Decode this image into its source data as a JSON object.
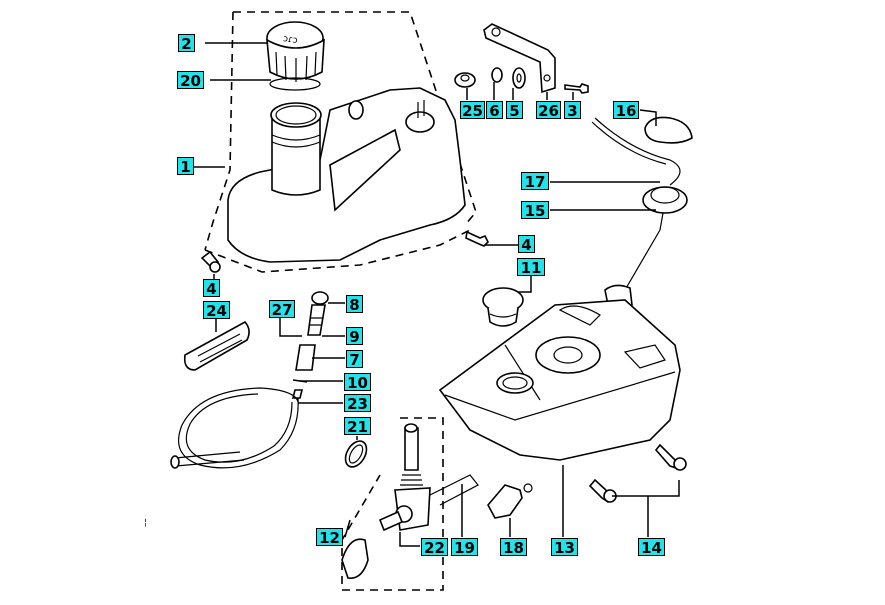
{
  "diagram": {
    "title": "Fuel tank and oil tank exploded parts diagram",
    "callout_color": "#22e3ea",
    "callouts": [
      {
        "id": "c2",
        "number": "2",
        "part": "oil-tank-cap"
      },
      {
        "id": "c20",
        "number": "20",
        "part": "cap-gasket"
      },
      {
        "id": "c1",
        "number": "1",
        "part": "oil-tank-assembly"
      },
      {
        "id": "c25",
        "number": "25",
        "part": "grommet"
      },
      {
        "id": "c6",
        "number": "6",
        "part": "nut"
      },
      {
        "id": "c5",
        "number": "5",
        "part": "washer"
      },
      {
        "id": "c26",
        "number": "26",
        "part": "bracket"
      },
      {
        "id": "c3",
        "number": "3",
        "part": "bolt"
      },
      {
        "id": "c16",
        "number": "16",
        "part": "retaining-ring"
      },
      {
        "id": "c17",
        "number": "17",
        "part": "fuel-gauge-sender"
      },
      {
        "id": "c15",
        "number": "15",
        "part": "sender-gasket"
      },
      {
        "id": "c4a",
        "number": "4",
        "part": "screw-right"
      },
      {
        "id": "c11",
        "number": "11",
        "part": "fuel-tank-cap"
      },
      {
        "id": "c4b",
        "number": "4",
        "part": "screw-left"
      },
      {
        "id": "c24",
        "number": "24",
        "part": "hose-sleeve"
      },
      {
        "id": "c27",
        "number": "27",
        "part": "clamp"
      },
      {
        "id": "c8",
        "number": "8",
        "part": "fitting"
      },
      {
        "id": "c9",
        "number": "9",
        "part": "oil-hose-connector"
      },
      {
        "id": "c7",
        "number": "7",
        "part": "fuel-filter"
      },
      {
        "id": "c10",
        "number": "10",
        "part": "hose-clip"
      },
      {
        "id": "c23",
        "number": "23",
        "part": "fuel-hose"
      },
      {
        "id": "c21",
        "number": "21",
        "part": "o-ring"
      },
      {
        "id": "c12",
        "number": "12",
        "part": "fuel-tap-assembly"
      },
      {
        "id": "c22",
        "number": "22",
        "part": "tap-lever"
      },
      {
        "id": "c19",
        "number": "19",
        "part": "hose"
      },
      {
        "id": "c18",
        "number": "18",
        "part": "filter"
      },
      {
        "id": "c13",
        "number": "13",
        "part": "fuel-tank"
      },
      {
        "id": "c14",
        "number": "14",
        "part": "tank-bolts"
      }
    ]
  }
}
